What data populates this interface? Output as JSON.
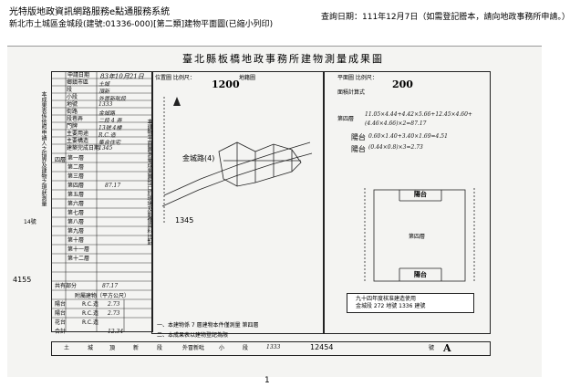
{
  "header": {
    "system_title": "光特版地政資訊網路服務e點通服務系統",
    "doc_desc": "新北市土城區金城段(建號:01336-000)[第二類]建物平面圖(已縮小列印)",
    "query_date": "查詢日期：111年12月7日（如需登記謄本，請向地政事務所申請。）",
    "page": "1"
  },
  "scan": {
    "title": "臺北縣板橋地政事務所建物測量成果圖",
    "location_scale_label": "位置圖 比例尺：",
    "location_scale": "1200",
    "location_scale_unit": "地籍圖",
    "floor_scale_label": "平面圖 比例尺：",
    "floor_scale": "200",
    "floor_plan_label": "面積計算式",
    "apply_date_label": "申請日期",
    "apply_date": "83年10月21日",
    "fields": [
      {
        "label": "鄉鎮市區",
        "value": "土城"
      },
      {
        "label": "段",
        "value": "頂新"
      },
      {
        "label": "小段",
        "value": "外冒新吡段"
      },
      {
        "label": "地號",
        "value": "1333"
      },
      {
        "label": "街路",
        "value": "金城路"
      },
      {
        "label": "段巷弄",
        "value": "二段 4 弄"
      },
      {
        "label": "門牌",
        "value": "13號 4樓"
      },
      {
        "label": "主要用途",
        "value": "R.C.造"
      },
      {
        "label": "主要構造",
        "value": "集合住宅"
      },
      {
        "label": "建築完成日期",
        "value": "1345"
      }
    ],
    "floors_label": "四層",
    "floor_rows": [
      "第一層",
      "第二層",
      "第三層",
      "第四層",
      "第五層",
      "第六層",
      "第七層",
      "第八層",
      "第九層",
      "第十層",
      "第十一層",
      "第十二層"
    ],
    "floor4_area": "87.17",
    "subtotal_label": "共有部分",
    "subtotal_value": "87.17",
    "aux_header": "附屬建物（平方公尺）",
    "aux_rows": [
      {
        "label": "陽台",
        "struct": "R.C.造",
        "area": "2.73"
      },
      {
        "label": "陽台",
        "struct": "R.C.造",
        "area": "2.73"
      },
      {
        "label": "花台",
        "struct": "R.C.造",
        "area": ""
      },
      {
        "label": "合計",
        "struct": "",
        "area": "12.34"
      }
    ],
    "side_left_text": "本成果表係依照申請人之指界及建物之現狀測量",
    "side_left_num": "14號",
    "side_num": "4155",
    "formula_label_4f": "第四層",
    "formula_4f": "11.05×4.44+4.42×5.66+12.45×4.60+(4.46×4.66)×2=87.17",
    "formula_label_balc1": "陽台",
    "formula_balc1": "0.60×1.40+3.40×1.69=4.51",
    "formula_label_balc2": "陽台",
    "formula_balc2": "(0.44×0.8)×3=2.73",
    "plan_room": "第四層",
    "plan_balc_top": "陽台",
    "plan_balc_bottom": "陽台",
    "stamp_line1": "九十四年度核准建造使用",
    "stamp_line2": "金城段 272 地號 1336 建號",
    "map_road": "金城路(4)",
    "map_number": "1345",
    "side_vertical": "本建物平面圖測量成果圖形已於現場及影像資料比對",
    "notes": [
      "一、本建物係 7 層建物本件僅測量 第四層",
      "二、本成果表以建物登記為限"
    ],
    "footer_labels": [
      "土",
      "城",
      "頂",
      "新",
      "段",
      "外冒新吡",
      "小",
      "段"
    ],
    "footer_lotno": "1333",
    "footer_bno": "12454",
    "footer_plate": "A",
    "footer_plate_label": "號"
  }
}
